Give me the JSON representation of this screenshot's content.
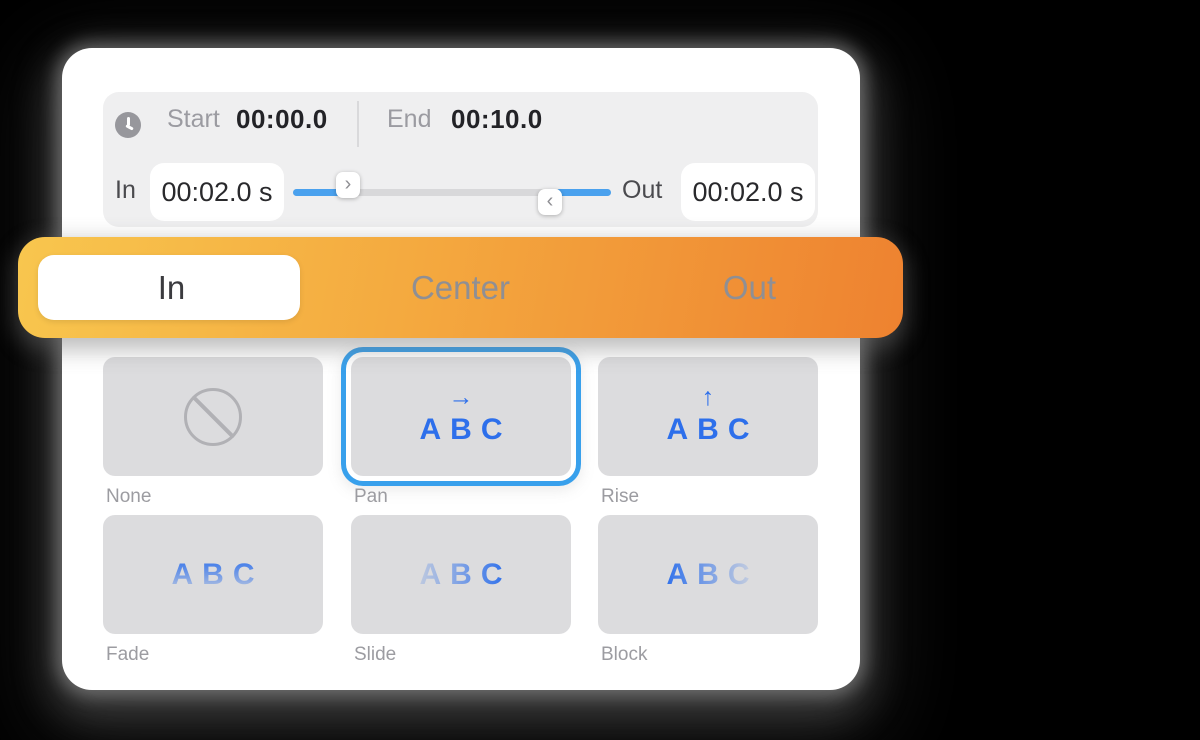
{
  "timing_panel": {
    "start_label": "Start",
    "start_value": "00:00.0",
    "end_label": "End",
    "end_value": "00:10.0",
    "trim": {
      "in_label": "In",
      "in_value": "00:02.0 s",
      "out_label": "Out",
      "out_value": "00:02.0 s",
      "handle_in_glyph": "›",
      "handle_out_glyph": "‹"
    }
  },
  "position_selector": {
    "selected": "In",
    "options": [
      {
        "label": "In"
      },
      {
        "label": "Center"
      },
      {
        "label": "Out"
      }
    ]
  },
  "animation_grid": {
    "selected": "Pan",
    "tiles": [
      {
        "label": "None",
        "icon": "no-animation-icon",
        "arrow": "",
        "preview": ""
      },
      {
        "label": "Pan",
        "icon": "arrow-right-icon",
        "arrow": "→",
        "preview": "ABC"
      },
      {
        "label": "Rise",
        "icon": "arrow-up-icon",
        "arrow": "↑",
        "preview": "ABC"
      },
      {
        "label": "Fade",
        "icon": "",
        "arrow": "",
        "preview": "ABC"
      },
      {
        "label": "Slide",
        "icon": "",
        "arrow": "",
        "preview": "ABC"
      },
      {
        "label": "Block",
        "icon": "",
        "arrow": "",
        "preview": "ABC"
      }
    ]
  },
  "colors": {
    "accent_blue": "#2d6feb",
    "selection_ring_blue": "#38a0ec",
    "slider_blue": "#4aa1ee",
    "highlight_gradient_start": "#f8c64e",
    "highlight_gradient_end": "#ee8230"
  }
}
